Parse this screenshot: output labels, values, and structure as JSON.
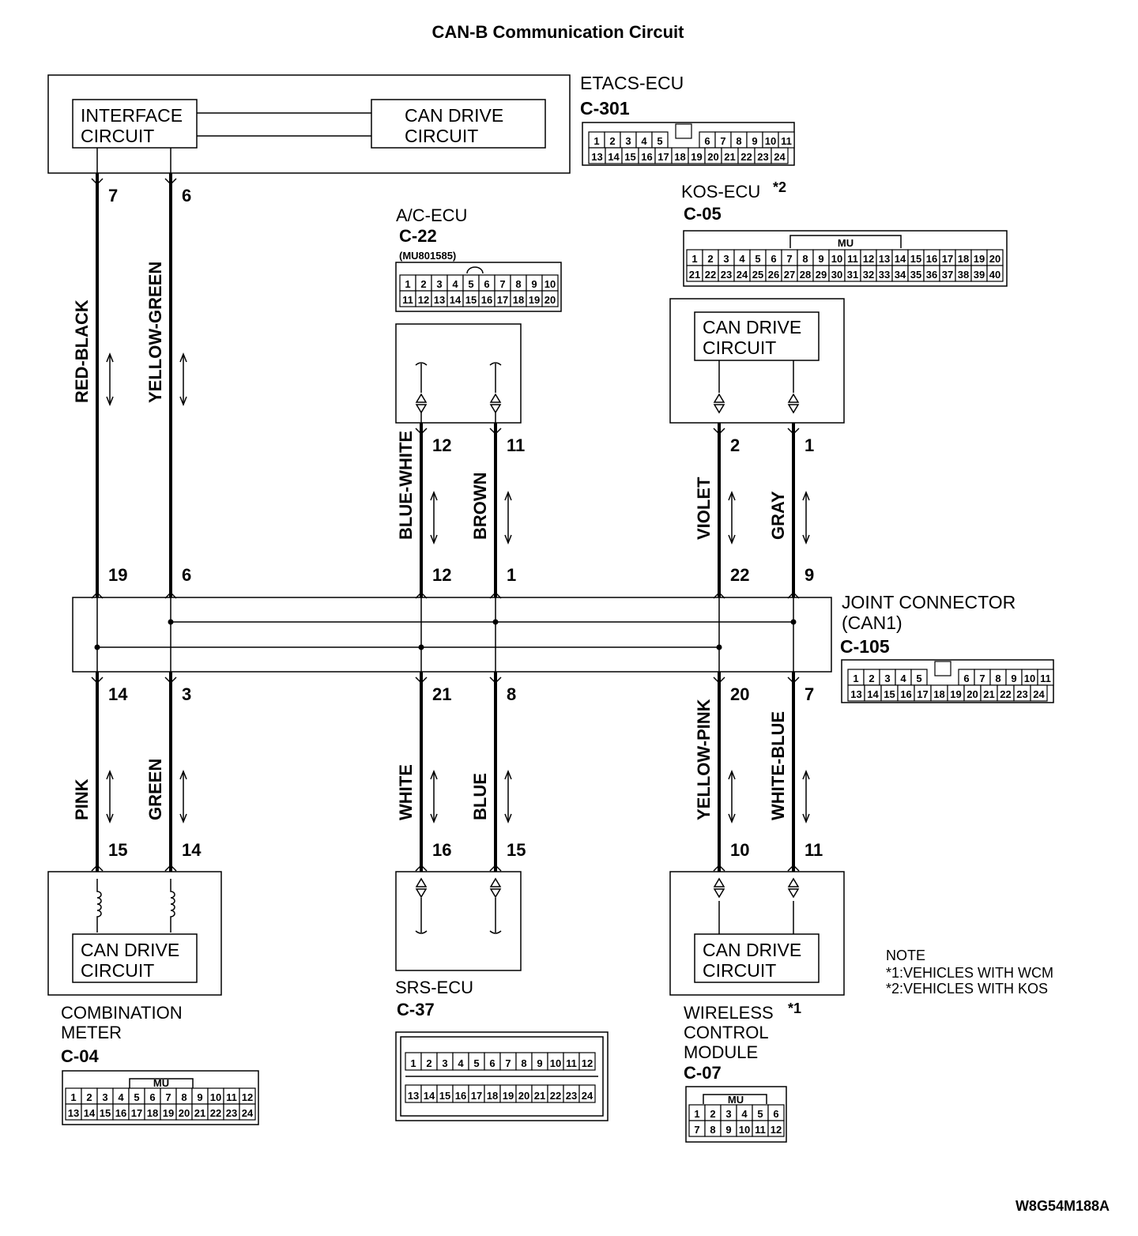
{
  "title": "CAN-B Communication Circuit",
  "figure_code": "W8G54M188A",
  "interface_circuit": "INTERFACE\nCIRCUIT",
  "can_drive_circuit": "CAN DRIVE\nCIRCUIT",
  "etacs": {
    "name": "ETACS-ECU",
    "connector": "C-301"
  },
  "ac": {
    "name": "A/C-ECU",
    "connector": "C-22",
    "part": "(MU801585)"
  },
  "kos": {
    "name": "KOS-ECU",
    "mark": "*2",
    "connector": "C-05",
    "tag": "MU"
  },
  "joint": {
    "name": "JOINT CONNECTOR\n(CAN1)",
    "connector": "C-105"
  },
  "meter": {
    "name": "COMBINATION\nMETER",
    "connector": "C-04",
    "tag": "MU"
  },
  "srs": {
    "name": "SRS-ECU",
    "connector": "C-37"
  },
  "wcm": {
    "name": "WIRELESS\nCONTROL\nMODULE",
    "mark": "*1",
    "connector": "C-07",
    "tag": "MU"
  },
  "note": {
    "title": "NOTE",
    "items": [
      "*1:VEHICLES WITH WCM",
      "*2:VEHICLES WITH KOS"
    ]
  },
  "wires_top": [
    {
      "color": "RED-BLACK",
      "pin_from": "7",
      "pin_to": "19"
    },
    {
      "color": "YELLOW-GREEN",
      "pin_from": "6",
      "pin_to": "6"
    },
    {
      "color": "BLUE-WHITE",
      "pin_from": "12",
      "pin_to": "12"
    },
    {
      "color": "BROWN",
      "pin_from": "11",
      "pin_to": "1"
    },
    {
      "color": "VIOLET",
      "pin_from": "2",
      "pin_to": "22"
    },
    {
      "color": "GRAY",
      "pin_from": "1",
      "pin_to": "9"
    }
  ],
  "wires_bottom": [
    {
      "color": "PINK",
      "pin_from": "14",
      "pin_to": "15"
    },
    {
      "color": "GREEN",
      "pin_from": "3",
      "pin_to": "14"
    },
    {
      "color": "WHITE",
      "pin_from": "21",
      "pin_to": "16"
    },
    {
      "color": "BLUE",
      "pin_from": "8",
      "pin_to": "15"
    },
    {
      "color": "YELLOW-PINK",
      "pin_from": "20",
      "pin_to": "10"
    },
    {
      "color": "WHITE-BLUE",
      "pin_from": "7",
      "pin_to": "11"
    }
  ],
  "pins": {
    "p1_12": [
      "1",
      "2",
      "3",
      "4",
      "5",
      "6",
      "7",
      "8",
      "9",
      "10",
      "11",
      "12"
    ],
    "p13_24": [
      "13",
      "14",
      "15",
      "16",
      "17",
      "18",
      "19",
      "20",
      "21",
      "22",
      "23",
      "24"
    ],
    "p1_10": [
      "1",
      "2",
      "3",
      "4",
      "5",
      "6",
      "7",
      "8",
      "9",
      "10"
    ],
    "p11_20": [
      "11",
      "12",
      "13",
      "14",
      "15",
      "16",
      "17",
      "18",
      "19",
      "20"
    ],
    "p21_40": [
      "21",
      "22",
      "23",
      "24",
      "25",
      "26",
      "27",
      "28",
      "29",
      "30",
      "31",
      "32",
      "33",
      "34",
      "35",
      "36",
      "37",
      "38",
      "39",
      "40"
    ],
    "p1_6": [
      "1",
      "2",
      "3",
      "4",
      "5",
      "6"
    ],
    "p7_12": [
      "7",
      "8",
      "9",
      "10",
      "11",
      "12"
    ]
  }
}
